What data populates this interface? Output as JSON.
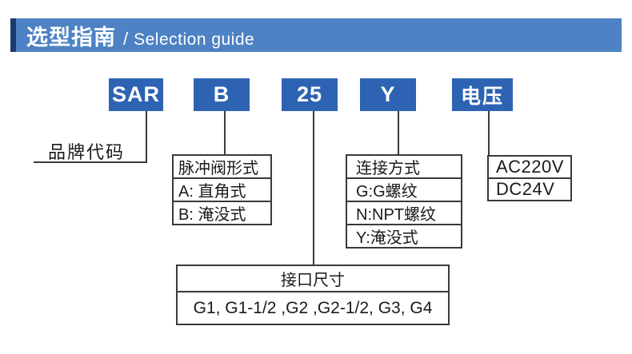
{
  "header": {
    "title_zh": "选型指南",
    "slash": "/",
    "title_en": "Selection guide"
  },
  "model_code": {
    "segments": [
      "SAR",
      "B",
      "25",
      "Y",
      "电压"
    ]
  },
  "brand": {
    "label": "品牌代码"
  },
  "valve_type": {
    "header": "脉冲阀形式",
    "options": [
      "A: 直角式",
      "B: 淹没式"
    ]
  },
  "connection": {
    "header": "连接方式",
    "options": [
      "G:G螺纹",
      "N:NPT螺纹",
      "Y:淹没式"
    ]
  },
  "voltage": {
    "options": [
      "AC220V",
      "DC24V"
    ]
  },
  "port_size": {
    "header": "接口尺寸",
    "sizes": "G1, G1-1/2 ,G2 ,G2-1/2, G3, G4"
  },
  "colors": {
    "banner_blue": "#4d82c4",
    "banner_accent": "#1c3c6f",
    "segment_blue": "#2d63b2",
    "line": "#3a3a3a",
    "text": "#1a1a1a"
  }
}
